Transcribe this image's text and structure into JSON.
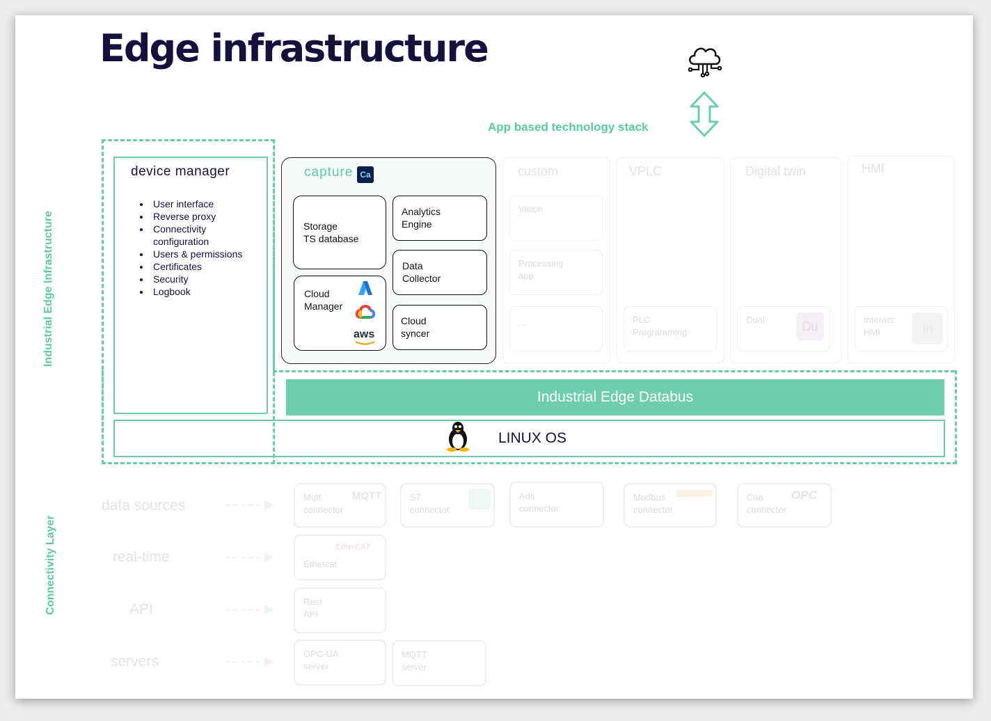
{
  "title": "Edge infrastructure",
  "stack_label": "App based technology stack",
  "side_labels": {
    "infrastructure": "Industrial Edge Infrastructure",
    "connectivity": "Connectivity Layer"
  },
  "device_manager": {
    "title": "device manager",
    "items": [
      "User interface",
      "Reverse proxy",
      "Connectivity configuration",
      "Users & permissions",
      "Certificates",
      "Security",
      "Logbook"
    ]
  },
  "capture": {
    "title": "capture",
    "badge": "Ca",
    "storage": "Storage\nTS database",
    "analytics": "Analytics\nEngine",
    "collector": "Data\nCollector",
    "cloud_manager": "Cloud\nManager",
    "cloud_syncer": "Cloud\nsyncer",
    "aws_label": "aws"
  },
  "apps": {
    "custom": {
      "title": "custom",
      "vision": "Vision",
      "processing": "Processing\napp",
      "more": "..."
    },
    "vplc": {
      "title": "VPLC",
      "plc": "PLC\nProgramming"
    },
    "digital_twin": {
      "title": "Digital twin",
      "dual": "Dual",
      "badge": "Du"
    },
    "hmi": {
      "title": "HMI",
      "interact": "Interact\nHMI",
      "badge": "In"
    }
  },
  "databus": "Industrial Edge Databus",
  "linux": "LINUX OS",
  "connectivity": {
    "rows": [
      "data sources",
      "real-time",
      "API",
      "servers"
    ],
    "mqtt_connector": "Mqtt\nconnector",
    "mqtt_logo": "MQTT",
    "s7_connector": "S7\nconnector",
    "ads_connector": "Ads\nconnector",
    "modbus_connector": "Modbus\nconnector",
    "can_connector": "Can\nconnector",
    "opc_logo": "OPC",
    "ethercat": "Ethercat",
    "ethercat_logo": "EtherCAT",
    "rest_api": "Rest\nAPI",
    "opcua_server": "OPC-UA\nserver",
    "mqtt_server": "MQTT\nserver"
  },
  "colors": {
    "accent": "#6cccaa",
    "databus": "#6dcdac",
    "title": "#14123d",
    "badge": "#0b1f4d"
  }
}
